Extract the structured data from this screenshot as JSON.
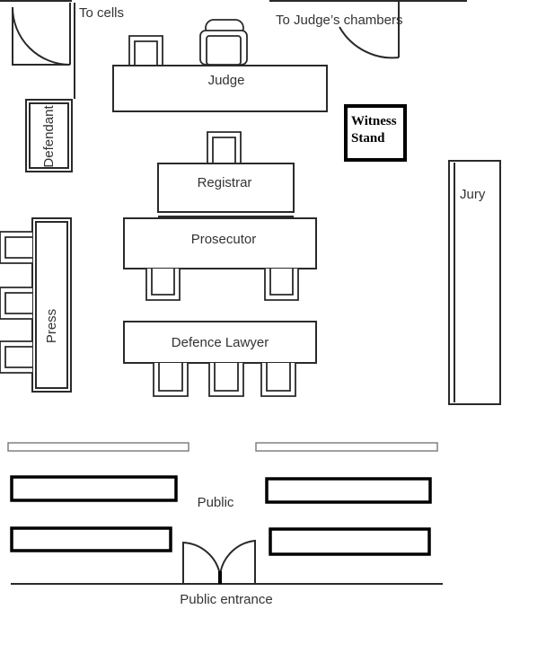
{
  "labels": {
    "to_cells": "To cells",
    "to_judges_chambers": "To Judge’s chambers",
    "judge": "Judge",
    "witness_line1": "Witness",
    "witness_line2": "Stand",
    "defendant": "Defendant",
    "registrar": "Registrar",
    "prosecutor": "Prosecutor",
    "jury": "Jury",
    "press": "Press",
    "defence_lawyer": "Defence Lawyer",
    "public": "Public",
    "public_entrance": "Public entrance"
  }
}
